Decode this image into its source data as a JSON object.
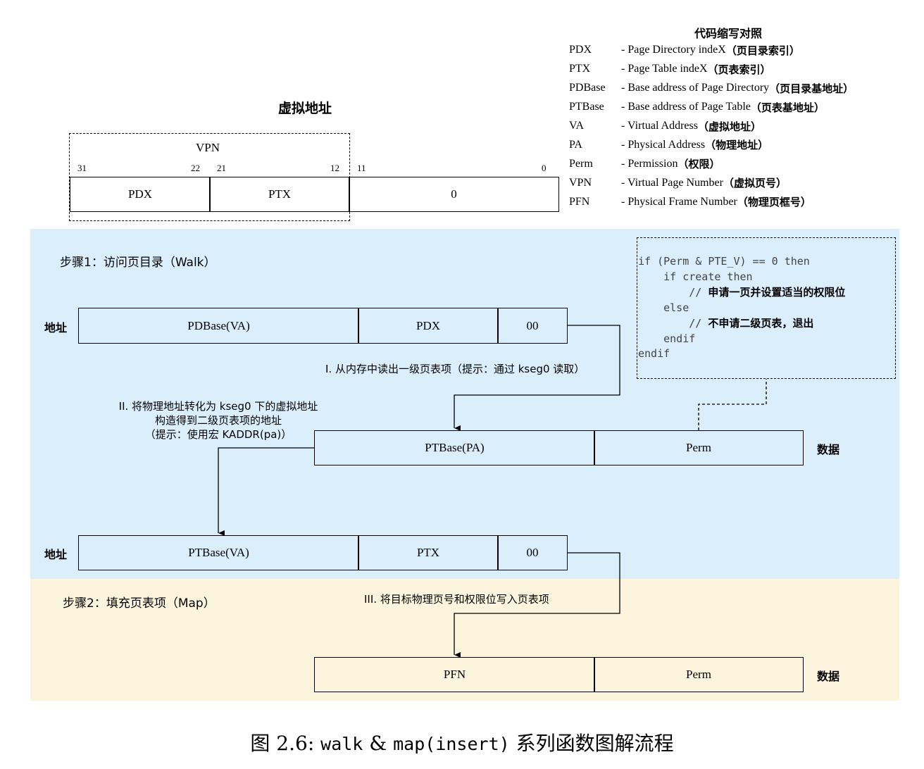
{
  "legend": {
    "title": "代码缩写对照",
    "items": [
      {
        "abbr": "PDX",
        "desc": "- Page Directory indeX",
        "zh": "（页目录索引）"
      },
      {
        "abbr": "PTX",
        "desc": "- Page Table indeX",
        "zh": "（页表索引）"
      },
      {
        "abbr": "PDBase",
        "desc": "- Base address of Page Directory",
        "zh": "（页目录基地址）"
      },
      {
        "abbr": "PTBase",
        "desc": "- Base address of Page Table",
        "zh": "（页表基地址）"
      },
      {
        "abbr": "VA",
        "desc": "- Virtual Address",
        "zh": "（虚拟地址）"
      },
      {
        "abbr": "PA",
        "desc": "- Physical Address",
        "zh": "（物理地址）"
      },
      {
        "abbr": "Perm",
        "desc": "- Permission",
        "zh": "（权限）"
      },
      {
        "abbr": "VPN",
        "desc": "- Virtual Page Number",
        "zh": "（虚拟页号）"
      },
      {
        "abbr": "PFN",
        "desc": "- Physical Frame Number",
        "zh": "（物理页框号）"
      }
    ]
  },
  "va": {
    "title": "虚拟地址",
    "vpn": "VPN",
    "bits": [
      "31",
      "22",
      "21",
      "12",
      "11",
      "0"
    ],
    "fields": [
      "PDX",
      "PTX",
      "0"
    ]
  },
  "walk": {
    "step": "步骤1：访问页目录（Walk）",
    "addr_label": "地址",
    "data_label": "数据",
    "row1": [
      "PDBase(VA)",
      "PDX",
      "00"
    ],
    "note1": "I. 从内存中读出一级页表项（提示：通过 kseg0 读取）",
    "pte": [
      "PTBase(PA)",
      "Perm"
    ],
    "note2": [
      "II. 将物理地址转化为 kseg0 下的虚拟地址",
      "构造得到二级页表项的地址",
      "（提示：使用宏 KADDR(pa)）"
    ],
    "row2": [
      "PTBase(VA)",
      "PTX",
      "00"
    ]
  },
  "code": {
    "lines": [
      {
        "code": "if (Perm & PTE_V) == 0 then",
        "zh": ""
      },
      {
        "code": "    if create then",
        "zh": ""
      },
      {
        "code": "        // ",
        "zh": "申请一页并设置适当的权限位"
      },
      {
        "code": "    else",
        "zh": ""
      },
      {
        "code": "        // ",
        "zh": "不申请二级页表，退出"
      },
      {
        "code": "    endif",
        "zh": ""
      },
      {
        "code": "endif",
        "zh": ""
      }
    ]
  },
  "map": {
    "step": "步骤2：填充页表项（Map）",
    "note3": "III. 将目标物理页号和权限位写入页表项",
    "data_label": "数据",
    "pte": [
      "PFN",
      "Perm"
    ]
  },
  "caption": {
    "prefix": "图 2.6: ",
    "walk": "walk",
    "amp": " & ",
    "map": "map(insert)",
    "suffix": " 系列函数图解流程"
  },
  "colors": {
    "walk_band": "#dbeefb",
    "map_band": "#fdf4dd",
    "line": "#000000"
  }
}
